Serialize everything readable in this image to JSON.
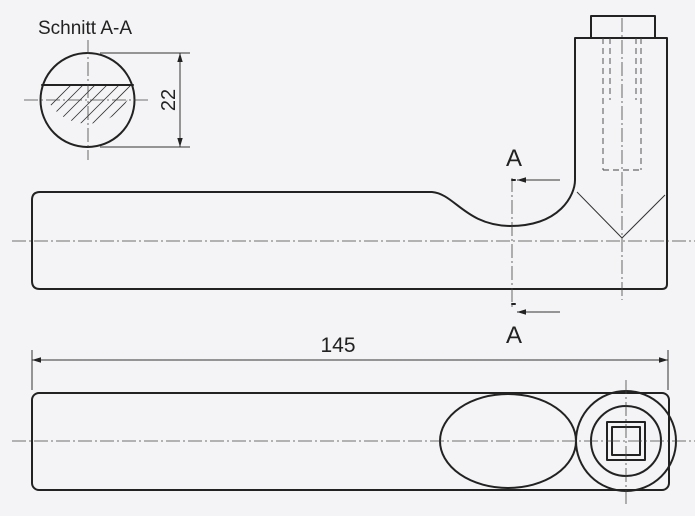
{
  "section_title": "Schnitt  A-A",
  "dimension_section_height": "22",
  "dimension_overall_length": "145",
  "section_marker_top": "A",
  "section_marker_bottom": "A"
}
